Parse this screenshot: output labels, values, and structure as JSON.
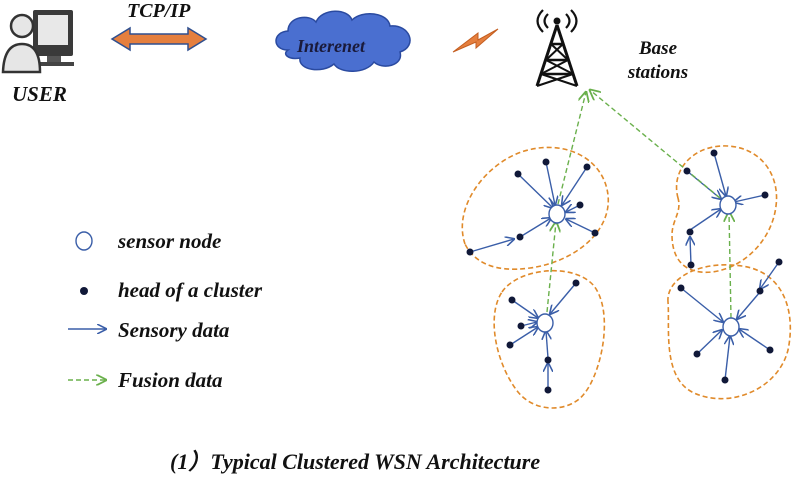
{
  "user_label": "USER",
  "link_label": "TCP/IP",
  "internet_label": "Interenet",
  "base_station_label": [
    "Base",
    "stations"
  ],
  "legend": [
    {
      "icon": "sensor-node-icon",
      "label": "sensor node"
    },
    {
      "icon": "cluster-head-dot-icon",
      "label": "head of a cluster"
    },
    {
      "icon": "solid-arrow-icon",
      "label": "Sensory data"
    },
    {
      "icon": "dashed-arrow-icon",
      "label": "Fusion data"
    }
  ],
  "caption": "(1）Typical Clustered WSN Architecture",
  "colors": {
    "sensory_arrow": "#3a5ea8",
    "fusion_arrow": "#6ab04c",
    "cluster_boundary": "#e08a2a",
    "cloud_fill": "#4a6fd0",
    "link_arrow": "#e57f3e",
    "node_dot": "#101838"
  }
}
